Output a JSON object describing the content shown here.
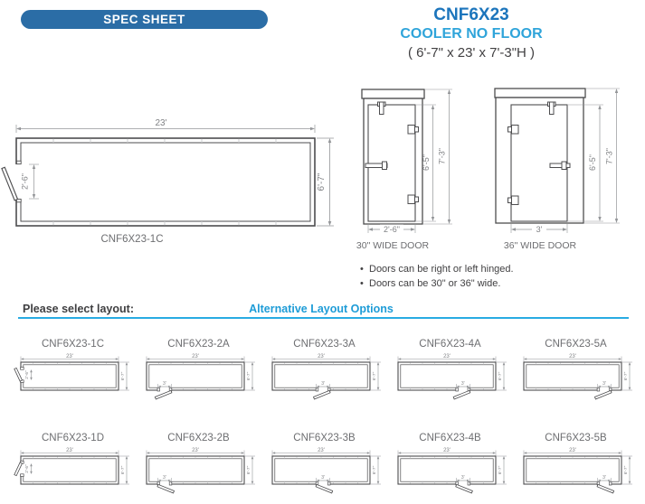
{
  "header": {
    "banner": "SPEC SHEET",
    "model": "CNF6X23",
    "product": "COOLER NO FLOOR",
    "size": "( 6'-7\" x 23' x 7'-3\"H )"
  },
  "colors": {
    "banner_blue": "#2b6da6",
    "model_blue": "#1c75bc",
    "product_blue": "#2fa4da",
    "heading_blue": "#1e9cd7",
    "rule_blue": "#29abe2",
    "line_dark": "#4d4d4f",
    "dim_gray": "#939598",
    "dim_text_gray": "#808285",
    "label_gray": "#6d6e71"
  },
  "main_plan": {
    "label": "CNF6X23-1C",
    "width_dim": "23'",
    "depth_dim": "6'-7\"",
    "door_dim": "2'-6\""
  },
  "doors": [
    {
      "label": "30\" WIDE DOOR",
      "width_dim": "2'-6\"",
      "door_height_dim": "6'-5\"",
      "overall_height_dim": "7'-3\"",
      "hinge_side": "right"
    },
    {
      "label": "36\" WIDE DOOR",
      "width_dim": "3'",
      "door_height_dim": "6'-5\"",
      "overall_height_dim": "7'-3\"",
      "hinge_side": "left"
    }
  ],
  "notes": [
    "Doors can be right or left hinged.",
    "Doors can be 30\" or 36\" wide."
  ],
  "layout_section": {
    "prompt": "Please select layout:",
    "heading": "Alternative Layout Options",
    "width_dim": "23'",
    "depth_dim": "6'-7\""
  },
  "layouts": [
    {
      "label": "CNF6X23-1C",
      "door_wall": "left",
      "door_dim": "2'-6\"",
      "hinge": "bottom"
    },
    {
      "label": "CNF6X23-2A",
      "door_wall": "bottom",
      "door_pos": 0.115,
      "door_dim": "3'",
      "hinge": "right"
    },
    {
      "label": "CNF6X23-3A",
      "door_wall": "bottom",
      "door_pos": 0.45,
      "door_dim": "3'",
      "hinge": "right"
    },
    {
      "label": "CNF6X23-4A",
      "door_wall": "bottom",
      "door_pos": 0.595,
      "door_dim": "3'",
      "hinge": "right"
    },
    {
      "label": "CNF6X23-5A",
      "door_wall": "bottom",
      "door_pos": 0.755,
      "door_dim": "3'",
      "hinge": "right"
    },
    {
      "label": "CNF6X23-1D",
      "door_wall": "left",
      "door_dim": "2'-6\"",
      "hinge": "top"
    },
    {
      "label": "CNF6X23-2B",
      "door_wall": "bottom",
      "door_pos": 0.115,
      "door_dim": "3'",
      "hinge": "left"
    },
    {
      "label": "CNF6X23-3B",
      "door_wall": "bottom",
      "door_pos": 0.45,
      "door_dim": "3'",
      "hinge": "left"
    },
    {
      "label": "CNF6X23-4B",
      "door_wall": "bottom",
      "door_pos": 0.595,
      "door_dim": "3'",
      "hinge": "left"
    },
    {
      "label": "CNF6X23-5B",
      "door_wall": "bottom",
      "door_pos": 0.755,
      "door_dim": "3'",
      "hinge": "left"
    }
  ]
}
